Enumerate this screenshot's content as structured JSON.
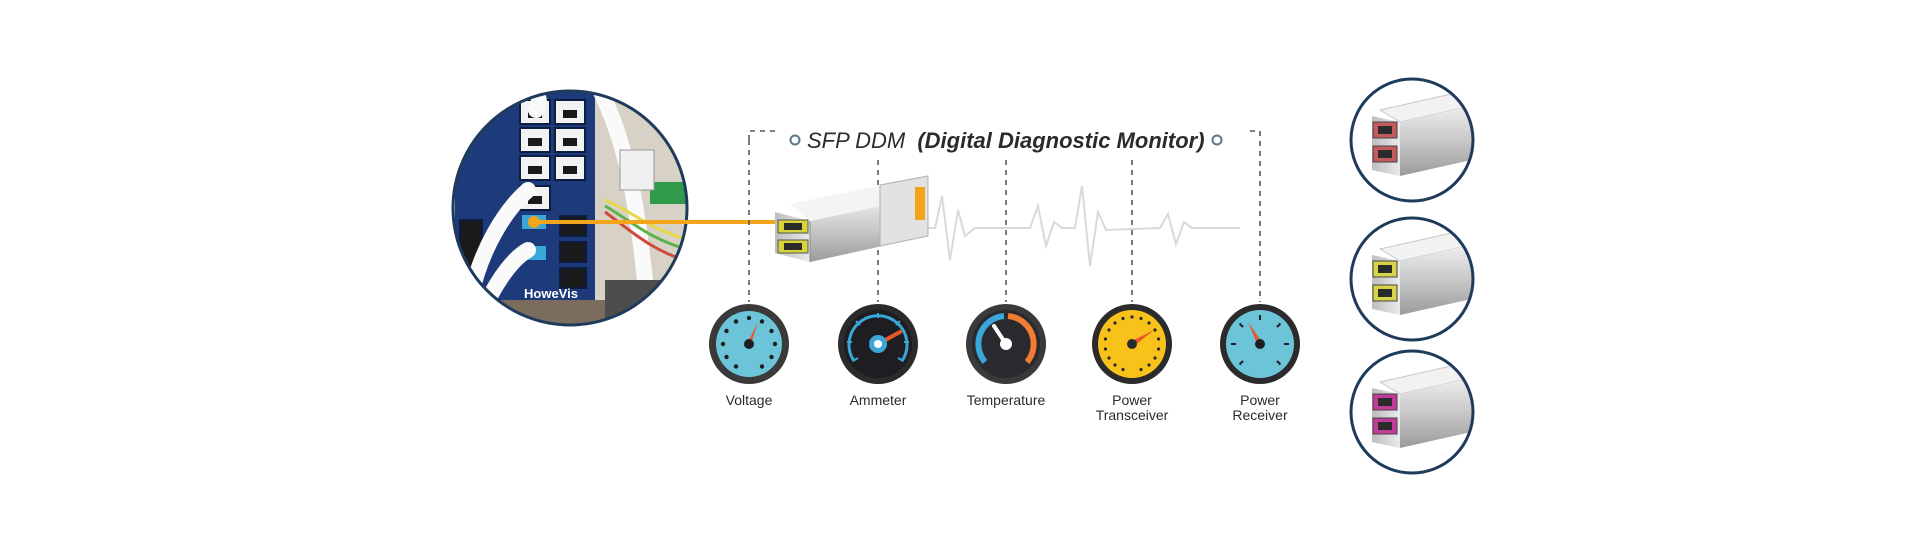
{
  "title": {
    "prefix": "SFP DDM",
    "emphasis": "(Digital Diagnostic Monitor)"
  },
  "switch": {
    "brand": "HoweVis"
  },
  "gauges": [
    {
      "label_lines": [
        "Voltage"
      ],
      "icon": "voltage-gauge-icon",
      "dial_color": "#6cc4d8",
      "needle_color": "#e8572b",
      "ring_color": "#3a3a3a"
    },
    {
      "label_lines": [
        "Ammeter"
      ],
      "icon": "ammeter-gauge-icon",
      "dial_color": "#1e1e22",
      "needle_color": "#e8572b",
      "ring_color": "#2b2b2b",
      "accent_color": "#3aa7d9"
    },
    {
      "label_lines": [
        "Temperature"
      ],
      "icon": "temperature-gauge-icon",
      "dial_color": "#2a2a2e",
      "needle_color": "#ffffff",
      "ring_color": "#3a3a3a",
      "accent_color": "#ef7c31",
      "accent2_color": "#3aa7d9"
    },
    {
      "label_lines": [
        "Power",
        "Transceiver"
      ],
      "icon": "power-transceiver-gauge-icon",
      "dial_color": "#f9c21a",
      "needle_color": "#e8572b",
      "ring_color": "#2b2b2b"
    },
    {
      "label_lines": [
        "Power",
        "Receiver"
      ],
      "icon": "power-receiver-gauge-icon",
      "dial_color": "#6cc4d8",
      "needle_color": "#e8572b",
      "ring_color": "#2b2b2b"
    }
  ],
  "modules": [
    {
      "icon": "sfp-module-red-icon",
      "latch_color": "#c25b5b"
    },
    {
      "icon": "sfp-module-yellow-icon",
      "latch_color": "#d8d44a"
    },
    {
      "icon": "sfp-module-magenta-icon",
      "latch_color": "#c23a9a"
    }
  ],
  "colors": {
    "accent_orange": "#f2a51a",
    "circle_border": "#1f3b5c",
    "switch_panel": "#1d3a7a",
    "dash": "#5a5a5a",
    "waveform": "#d9d9d9",
    "text": "#2b2b2b"
  }
}
